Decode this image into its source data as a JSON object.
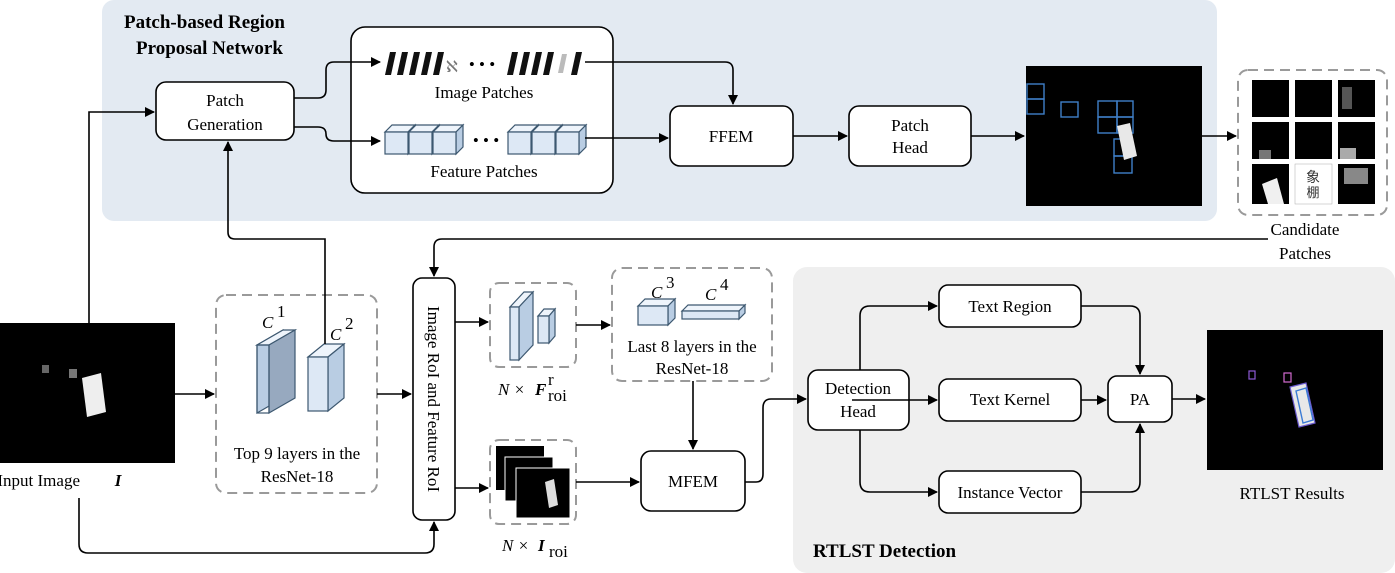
{
  "regions": {
    "rpn_title_line1": "Patch-based Region",
    "rpn_title_line2": "Proposal Network",
    "detection_title": "RTLST Detection"
  },
  "nodes": {
    "patch_generation": [
      "Patch",
      "Generation"
    ],
    "image_patches": "Image Patches",
    "feature_patches": "Feature Patches",
    "ffem": "FFEM",
    "patch_head": [
      "Patch",
      "Head"
    ],
    "candidate_patches": [
      "Candidate",
      "Patches"
    ],
    "input_image": "Input Image",
    "input_image_symbol": "I",
    "backbone_top": [
      "Top 9 layers in the",
      "ResNet-18"
    ],
    "c1": "C",
    "c1_sup": "1",
    "c2": "C",
    "c2_sup": "2",
    "roi": "Image RoI and Feature RoI",
    "n_f_roi": "N × ",
    "f_symbol": "F",
    "f_sup": "r",
    "f_sub": "roi",
    "n_i_roi": "N × ",
    "i_symbol": "I",
    "i_sub": "roi",
    "c3": "C",
    "c3_sup": "3",
    "c4": "C",
    "c4_sup": "4",
    "backbone_last": [
      "Last 8 layers in the",
      "ResNet-18"
    ],
    "mfem": "MFEM",
    "detection_head": [
      "Detection",
      "Head"
    ],
    "text_region": "Text Region",
    "text_kernel": "Text Kernel",
    "instance_vector": "Instance Vector",
    "pa": "PA",
    "results": "RTLST Results",
    "ellipsis": "• • •"
  },
  "colors": {
    "rpn_bg": "#e3eaf2",
    "detection_bg": "#efefef",
    "cube": "#dde8f5",
    "patch_box": "#3f7fc8"
  }
}
